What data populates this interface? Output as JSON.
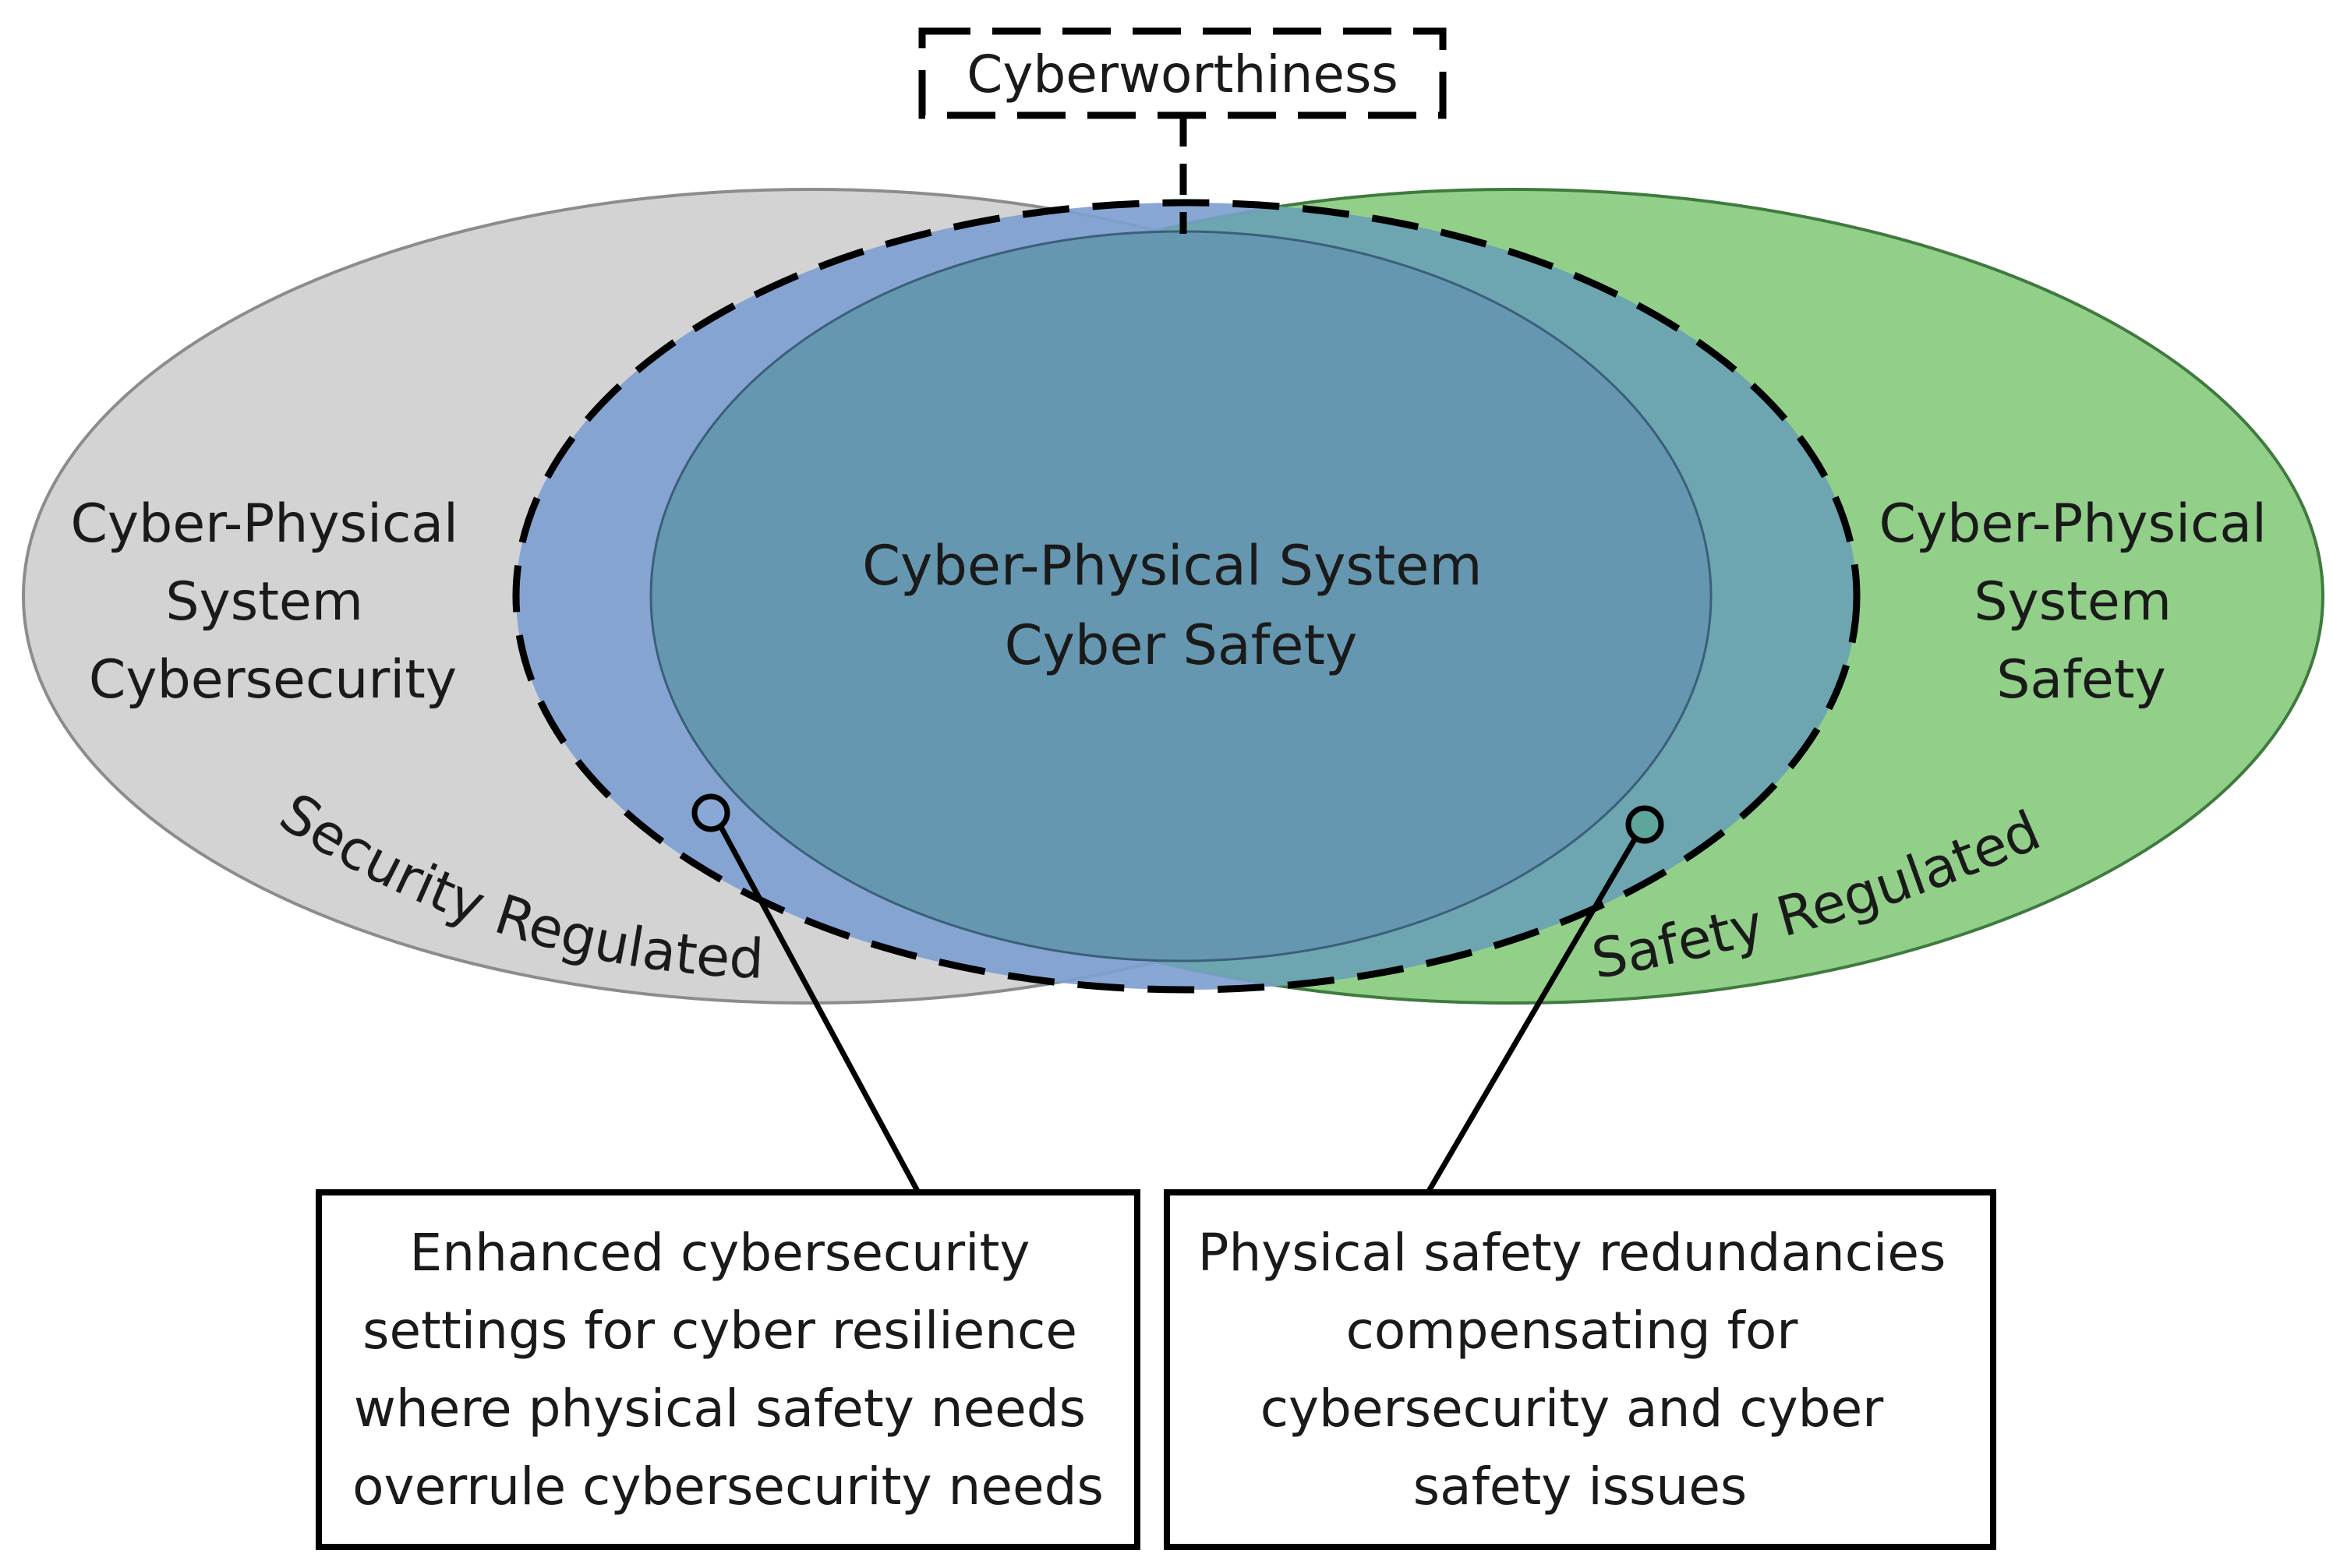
{
  "title_box": {
    "label": "Cyberworthiness"
  },
  "regions": {
    "left": {
      "lines": [
        "Cyber-Physical",
        "System",
        "Cybersecurity"
      ],
      "curved_label": "Security Regulated",
      "color": "#d3d3d3"
    },
    "right": {
      "lines": [
        "Cyber-Physical",
        "System",
        "Safety"
      ],
      "curved_label": "Safety Regulated",
      "color": "#92d08a"
    },
    "center": {
      "lines": [
        "Cyber-Physical System",
        "Cyber Safety"
      ],
      "color": "#6697b0"
    },
    "cyberworthiness_zone": {
      "color": "#7e9fd0"
    }
  },
  "callouts": {
    "left": {
      "lines": [
        "Enhanced cybersecurity",
        "settings for cyber resilience",
        "where physical safety needs",
        "overrule cybersecurity needs"
      ]
    },
    "right": {
      "lines": [
        "Physical safety redundancies",
        "compensating for",
        "cybersecurity and cyber",
        "safety issues"
      ]
    }
  }
}
